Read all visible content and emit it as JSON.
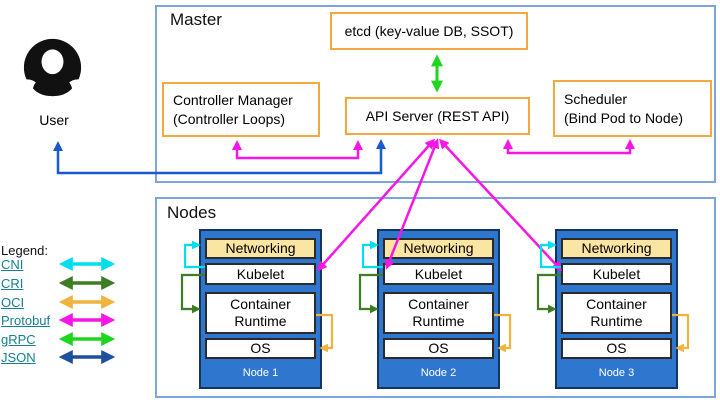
{
  "master": {
    "label": "Master",
    "etcd": "etcd (key-value DB, SSOT)",
    "controller_manager_line1": "Controller Manager",
    "controller_manager_line2": "(Controller Loops)",
    "api_server": "API Server (REST API)",
    "scheduler_line1": "Scheduler",
    "scheduler_line2": "(Bind Pod to Node)"
  },
  "user": {
    "label": "User"
  },
  "nodes": {
    "label": "Nodes",
    "items": [
      {
        "name": "Node 1",
        "layers": {
          "networking": "Networking",
          "kubelet": "Kubelet",
          "runtime": "Container Runtime",
          "os": "OS"
        }
      },
      {
        "name": "Node 2",
        "layers": {
          "networking": "Networking",
          "kubelet": "Kubelet",
          "runtime": "Container Runtime",
          "os": "OS"
        }
      },
      {
        "name": "Node 3",
        "layers": {
          "networking": "Networking",
          "kubelet": "Kubelet",
          "runtime": "Container Runtime",
          "os": "OS"
        }
      }
    ]
  },
  "legend": {
    "title": "Legend:",
    "items": [
      {
        "label": "CNI"
      },
      {
        "label": "CRI"
      },
      {
        "label": "OCI"
      },
      {
        "label": "Protobuf"
      },
      {
        "label": "gRPC"
      },
      {
        "label": "JSON"
      }
    ]
  },
  "colors": {
    "cni": "#00DFEF",
    "cri": "#3E7D23",
    "oci": "#EFB43E",
    "protobuf": "#F716E6",
    "grpc": "#1FD61F",
    "json": "#1E4F9E",
    "json_line": "#1B59CE",
    "orange_border": "#F5A83E",
    "section_border": "#7CA5DC",
    "node_fill": "#2F76CE",
    "node_border": "#14355E",
    "networking_fill": "#FBE5A2",
    "legend_link": "#17808F"
  }
}
